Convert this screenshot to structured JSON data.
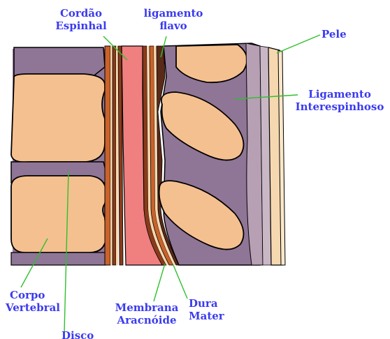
{
  "labels": {
    "cordao": [
      "Cordão",
      "Espinhal"
    ],
    "ligamento_flavo": [
      "ligamento",
      "flavo"
    ],
    "pele": "Pele",
    "ligamento_inter": [
      "Ligamento",
      "Interespinhoso"
    ],
    "corpo_vertebral": [
      "Corpo",
      "Vertebral"
    ],
    "disco": "Disco",
    "membrana": [
      "Membrana",
      "Aracnóide"
    ],
    "dura": [
      "Dura",
      "Mater"
    ]
  },
  "colors": {
    "label_text": "#3b3bef",
    "leader_line": "#2fbf2f",
    "bone": "#f5c08f",
    "disc": "#8f7596",
    "cord": "#f07f7f",
    "dura_brown": "#8a3b1a",
    "skin": "#f6d8b0",
    "outline": "#000000"
  }
}
